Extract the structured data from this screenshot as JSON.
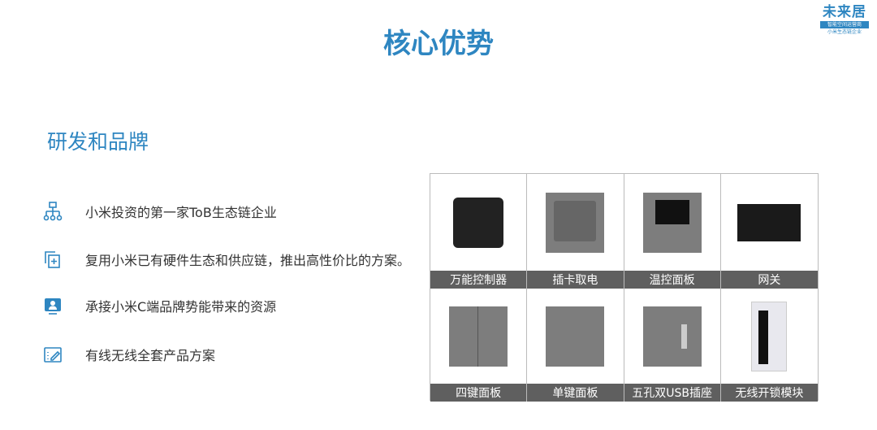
{
  "header": {
    "title": "核心优势"
  },
  "logo": {
    "name": "未来居",
    "tagline": "智能空间运营商",
    "subtitle": "小米生态链企业"
  },
  "section": {
    "title": "研发和品牌"
  },
  "points": [
    {
      "icon": "org-chart-icon",
      "text": "小米投资的第一家ToB生态链企业"
    },
    {
      "icon": "copy-add-icon",
      "text": "复用小米已有硬件生态和供应链，推出高性价比的方案。"
    },
    {
      "icon": "user-monitor-icon",
      "text": "承接小米C端品牌势能带来的资源"
    },
    {
      "icon": "edit-list-icon",
      "text": "有线无线全套产品方案"
    }
  ],
  "products": [
    {
      "label": "万能控制器"
    },
    {
      "label": "插卡取电"
    },
    {
      "label": "温控面板"
    },
    {
      "label": "网关"
    },
    {
      "label": "四键面板"
    },
    {
      "label": "单键面板"
    },
    {
      "label": "五孔双USB插座"
    },
    {
      "label": "无线开锁模块"
    }
  ],
  "colors": {
    "accent": "#2e86c1",
    "label_bg": "#5f5f5f"
  }
}
